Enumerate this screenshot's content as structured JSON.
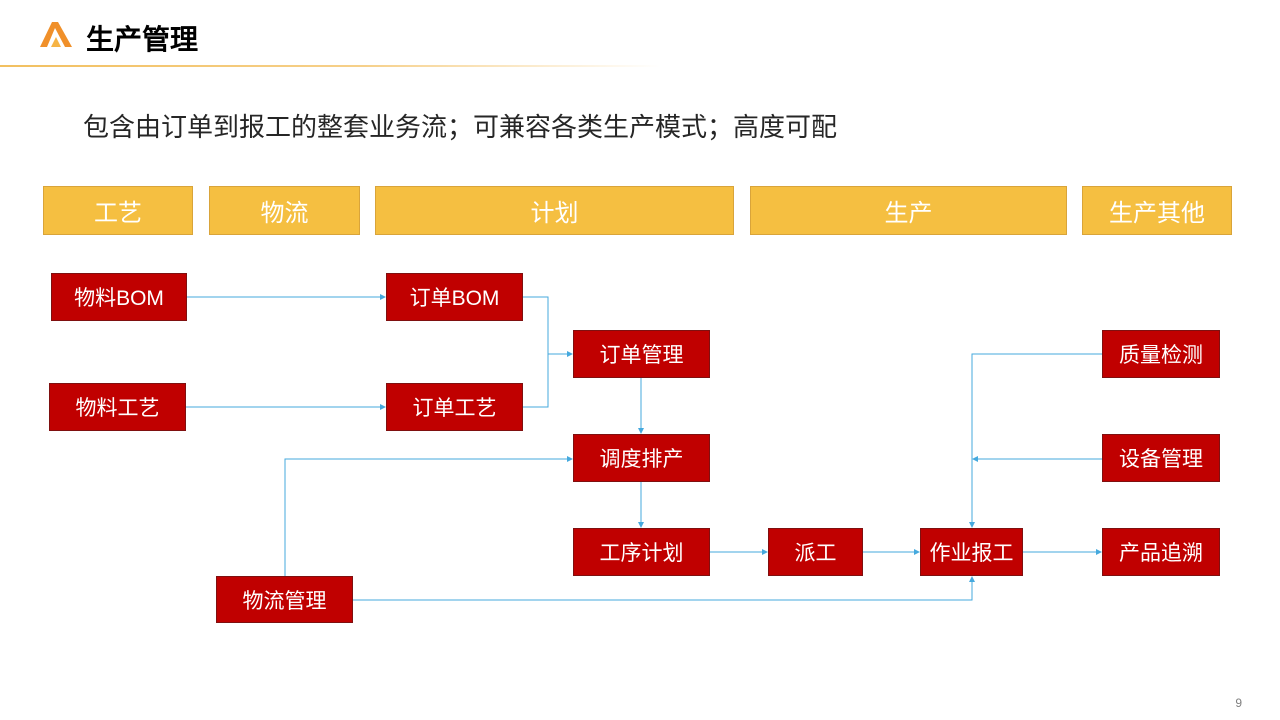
{
  "header": {
    "title": "生产管理",
    "logo_icon": "company-logo-icon"
  },
  "subtitle": "包含由订单到报工的整套业务流；可兼容各类生产模式；高度可配",
  "categories": [
    {
      "label": "工艺"
    },
    {
      "label": "物流"
    },
    {
      "label": "计划"
    },
    {
      "label": "生产"
    },
    {
      "label": "生产其他"
    }
  ],
  "nodes": {
    "material_bom": "物料BOM",
    "material_process": "物料工艺",
    "order_bom": "订单BOM",
    "order_process": "订单工艺",
    "order_management": "订单管理",
    "scheduling": "调度排产",
    "process_plan": "工序计划",
    "dispatch": "派工",
    "work_report": "作业报工",
    "quality_inspection": "质量检测",
    "equipment_management": "设备管理",
    "product_traceability": "产品追溯",
    "logistics_management": "物流管理"
  },
  "page_number": "9",
  "colors": {
    "category_fill": "#F5BF41",
    "category_border": "#D9A43A",
    "node_fill": "#C00000",
    "node_border": "#7F1010",
    "connector": "#45A9DE",
    "accent": "#F0902A"
  }
}
